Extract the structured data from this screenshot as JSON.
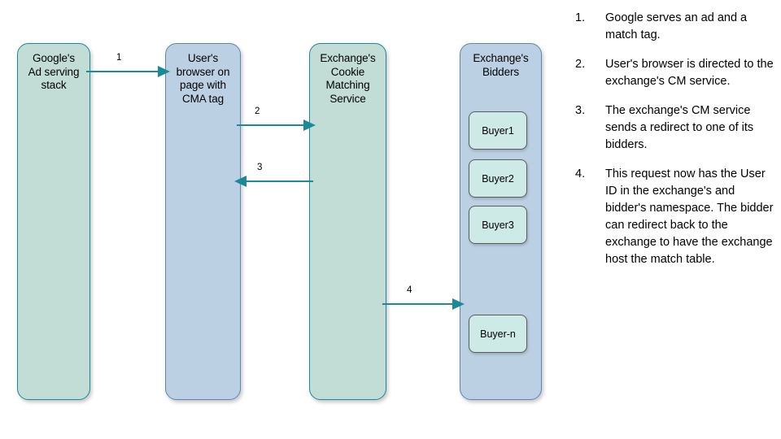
{
  "diagram": {
    "title": "Cookie matching flow diagram",
    "colors": {
      "green_fill": "#c2ddd6",
      "green_stroke": "#1b8a96",
      "blue_fill": "#bcd0e3",
      "blue_stroke": "#5a86bd",
      "buyer_fill": "#cdeae6",
      "buyer_stroke": "#5c5c5c",
      "arrow": "#1b8a96",
      "background": "#ffffff"
    },
    "nodes": [
      {
        "id": "google",
        "label": "Google's\nAd serving\nstack"
      },
      {
        "id": "browser",
        "label": "User's\nbrowser on\npage with\nCMA tag"
      },
      {
        "id": "cms",
        "label": "Exchange's\nCookie\nMatching\nService"
      },
      {
        "id": "bidders",
        "label": "Exchange's\nBidders"
      }
    ],
    "buyers": [
      {
        "label": "Buyer1"
      },
      {
        "label": "Buyer2"
      },
      {
        "label": "Buyer3"
      },
      {
        "label": "Buyer-n"
      }
    ],
    "arrows": [
      {
        "label": "1",
        "from": "google",
        "to": "browser",
        "direction": "right"
      },
      {
        "label": "2",
        "from": "browser",
        "to": "cms",
        "direction": "right"
      },
      {
        "label": "3",
        "from": "cms",
        "to": "browser",
        "direction": "left"
      },
      {
        "label": "4",
        "from": "cms",
        "to": "bidders",
        "direction": "right"
      }
    ]
  },
  "steps": [
    {
      "number": "1.",
      "text": "Google serves an ad and a match tag."
    },
    {
      "number": "2.",
      "text": "User's browser is directed to the exchange's CM service."
    },
    {
      "number": "3.",
      "text": "The exchange's CM service sends a redirect to one of its bidders."
    },
    {
      "number": "4.",
      "text": "This request now has the User ID in the exchange's and bidder's namespace. The bidder can redirect back to the exchange to have the exchange host the match table."
    }
  ]
}
